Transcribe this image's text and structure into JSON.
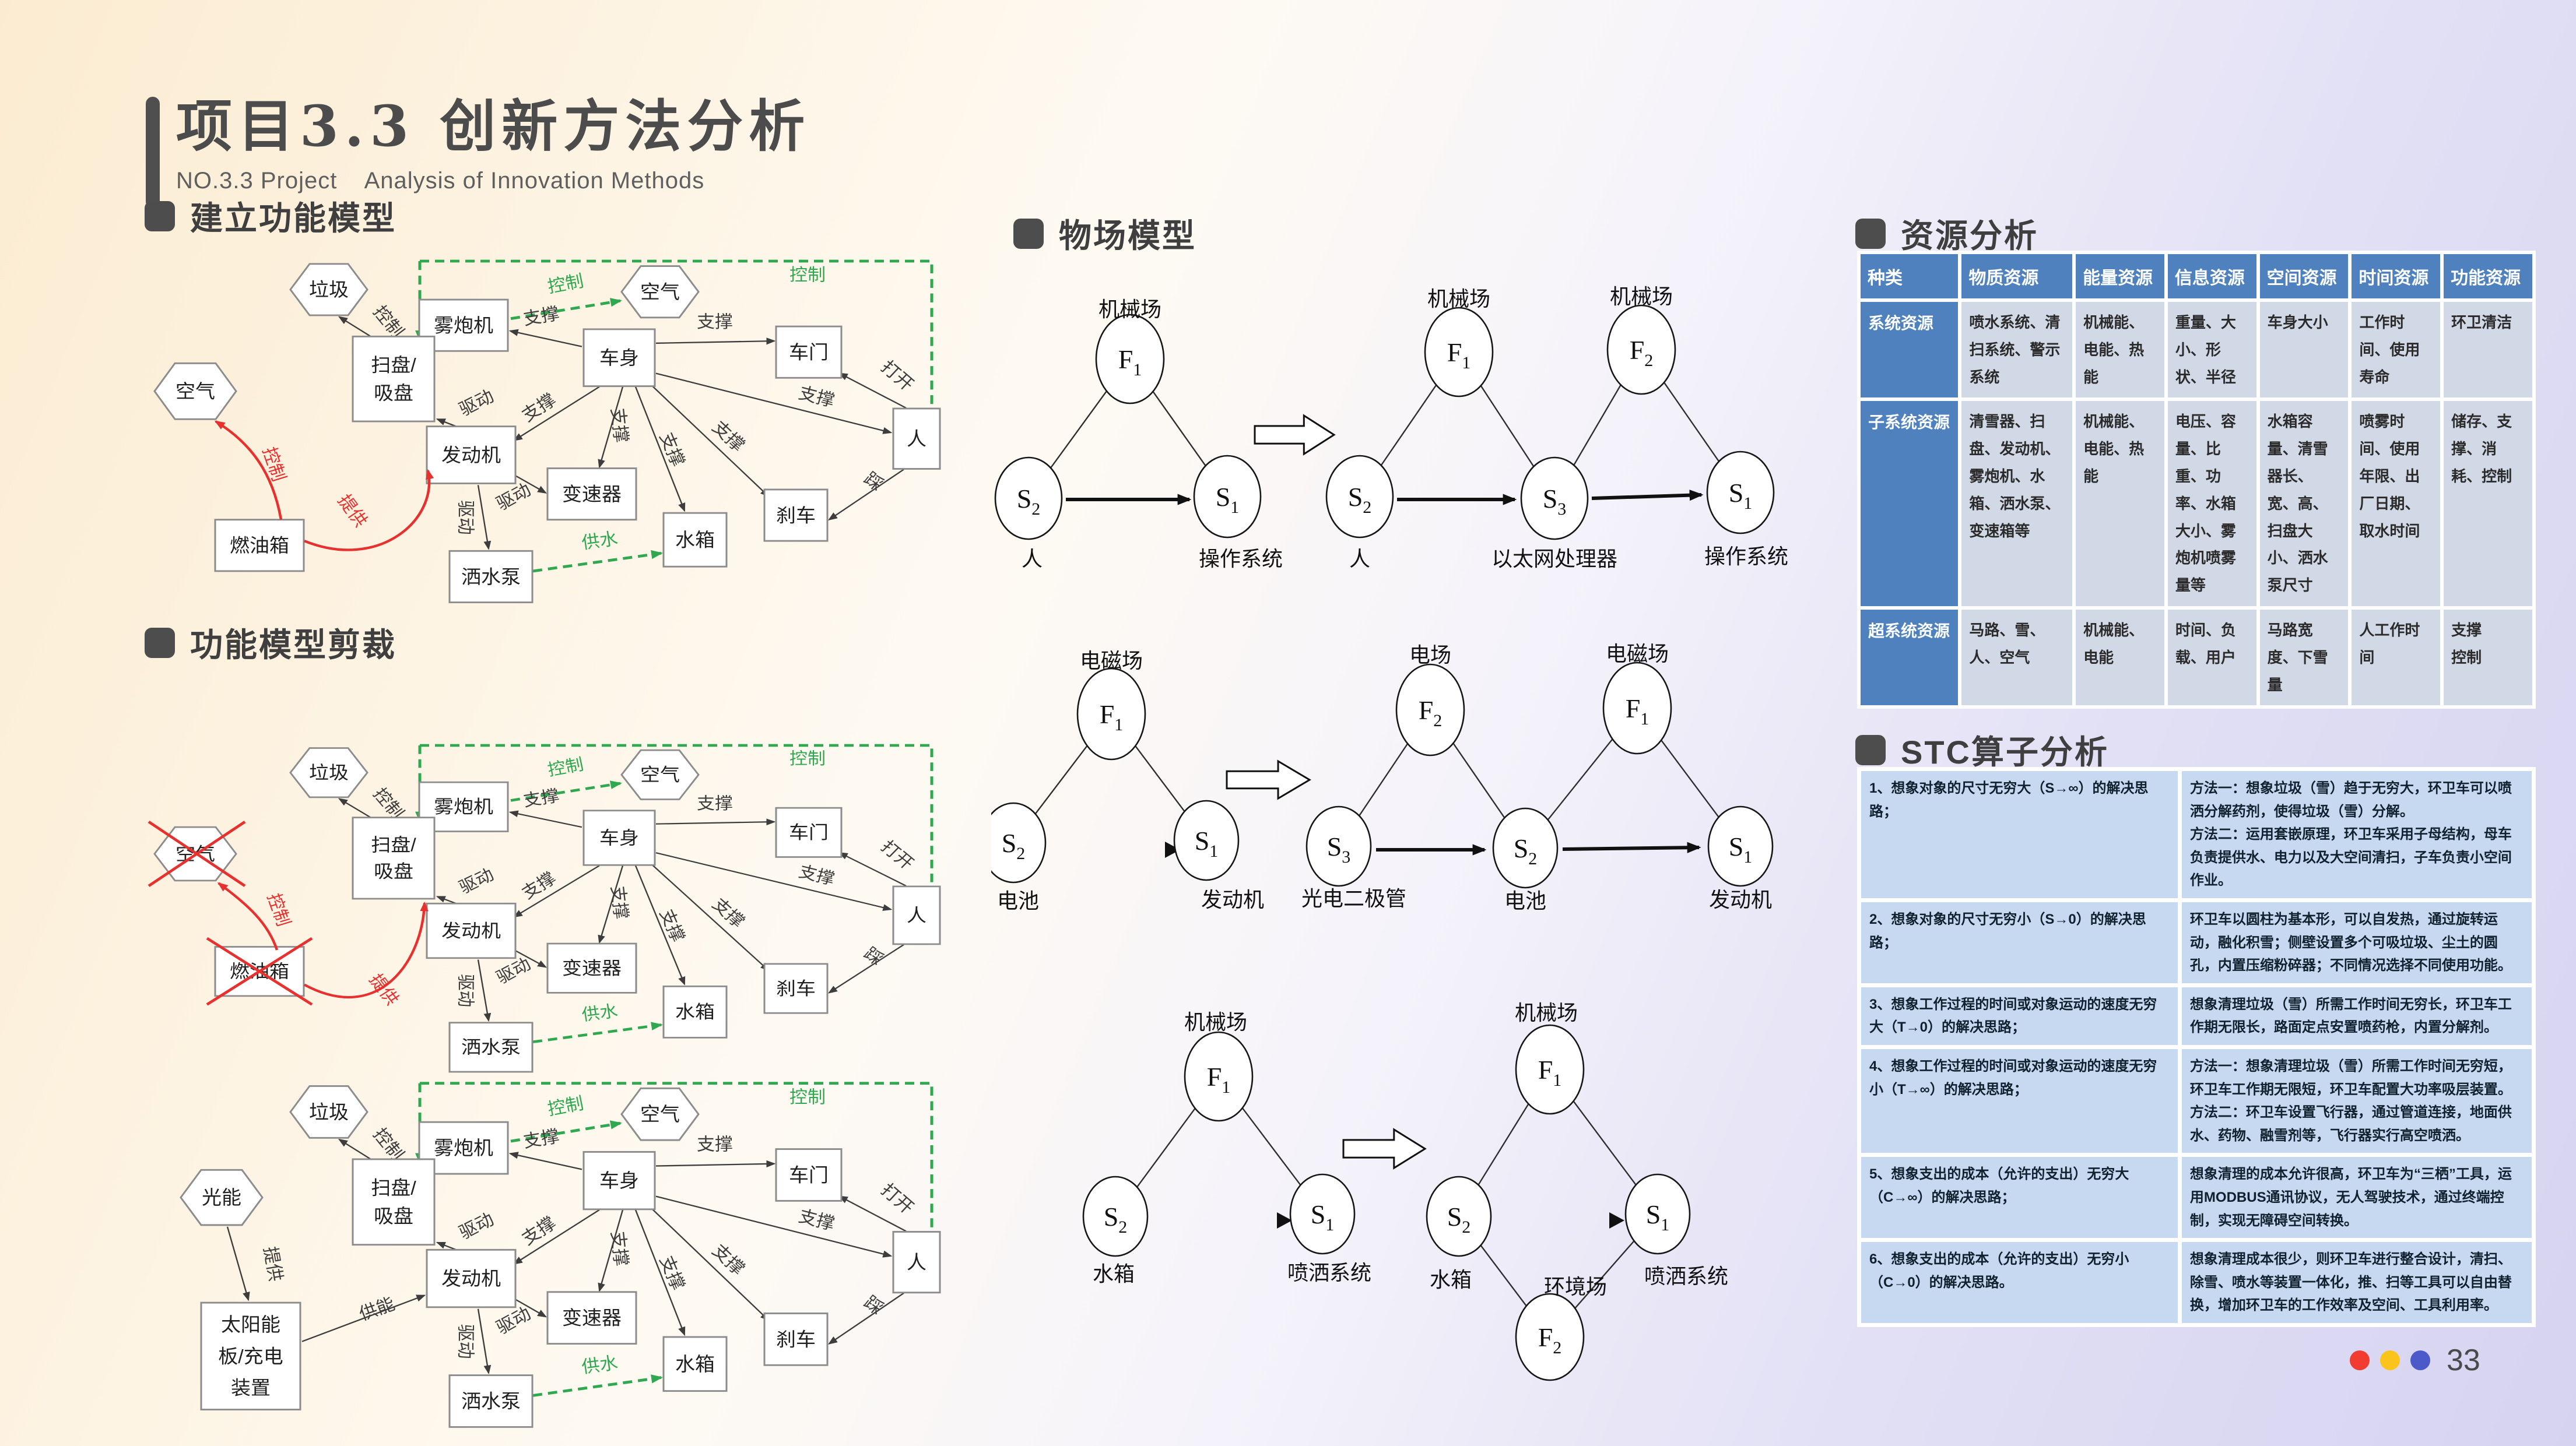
{
  "slide": {
    "title": "项目3.3 创新方法分析",
    "subtitle": "NO.3.3 Project    Analysis of Innovation Methods",
    "page_number": "33",
    "dot_colors": [
      "#F23B31",
      "#FBC41D",
      "#4C59C9"
    ],
    "accent_green": "#2FA84F",
    "accent_red": "#E8312F",
    "table_header_blue": "#4E81BD"
  },
  "sections": {
    "build_function_model": "建立功能模型",
    "function_model_trim": "功能模型剪裁",
    "substance_field_model": "物场模型",
    "resource_analysis": "资源分析",
    "stc_analysis": "STC算子分析"
  },
  "fm": {
    "nodes": {
      "garbage": "垃圾",
      "air": "空气",
      "fog_cannon": "雾炮机",
      "sweep_line1": "扫盘/",
      "sweep_line2": "吸盘",
      "body": "车身",
      "door": "车门",
      "person": "人",
      "engine": "发动机",
      "transmission": "变速器",
      "brake": "刹车",
      "water_tank": "水箱",
      "spray_pump": "洒水泵",
      "fuel_tank": "燃油箱",
      "light_energy": "光能",
      "solar_line1": "太阳能",
      "solar_line2": "板/充电",
      "solar_line3": "装置"
    },
    "edge_labels": {
      "control": "控制",
      "support": "支撑",
      "drive": "驱动",
      "open": "打开",
      "press": "踩",
      "water_supply": "供水",
      "provide": "提供",
      "energy_supply": "供能"
    }
  },
  "sf": {
    "symbols": {
      "F1": "F1",
      "F2": "F2",
      "S1": "S1",
      "S2": "S2",
      "S3": "S3"
    },
    "fields": {
      "mechanical": "机械场",
      "electromagnetic": "电磁场",
      "electric": "电场",
      "environment": "环境场"
    },
    "substances": {
      "person": "人",
      "operating_system": "操作系统",
      "ethernet_processor": "以太网处理器",
      "battery": "电池",
      "engine": "发动机",
      "photodiode": "光电二极管",
      "water_tank": "水箱",
      "spray_system": "喷洒系统"
    }
  },
  "resource_table": {
    "headers": [
      "种类",
      "物质资源",
      "能量资源",
      "信息资源",
      "空间资源",
      "时间资源",
      "功能资源"
    ],
    "rows": [
      {
        "category": "系统资源",
        "cells": [
          "喷水系统、清扫系统、警示系统",
          "机械能、电能、热能",
          "重量、大小、形状、半径",
          "车身大小",
          "工作时间、使用寿命",
          "环卫清洁"
        ]
      },
      {
        "category": "子系统资源",
        "cells": [
          "清雪器、扫盘、发动机、雾炮机、水箱、洒水泵、变速箱等",
          "机械能、电能、热能",
          "电压、容量、比重、功率、水箱大小、雾炮机喷雾量等",
          "水箱容量、清雪器长、宽、高、扫盘大小、洒水泵尺寸",
          "喷雾时间、使用年限、出厂日期、取水时间",
          "储存、支撑、消耗、控制"
        ]
      },
      {
        "category": "超系统资源",
        "cells": [
          "马路、雪、人、空气",
          "机械能、电能",
          "时间、负载、用户",
          "马路宽度、下雪量",
          "人工作时间",
          "支撑\n控制"
        ]
      }
    ]
  },
  "stc_table": {
    "rows": [
      {
        "left": "1、想象对象的尺寸无穷大（S→∞）的解决思路；",
        "right": "方法一：想象垃圾（雪）趋于无穷大，环卫车可以喷洒分解药剂，使得垃圾（雪）分解。\n方法二：运用套嵌原理，环卫车采用子母结构，母车负责提供水、电力以及大空间清扫，子车负责小空间作业。"
      },
      {
        "left": "2、想象对象的尺寸无穷小（S→0）的解决思路；",
        "right": "环卫车以圆柱为基本形，可以自发热，通过旋转运动，融化积雪；侧壁设置多个可吸垃圾、尘土的圆孔，内置压缩粉碎器；不同情况选择不同使用功能。"
      },
      {
        "left": "3、想象工作过程的时间或对象运动的速度无穷大（T→0）的解决思路；",
        "right": "想象清理垃圾（雪）所需工作时间无穷长，环卫车工作期无限长，路面定点安置喷药枪，内置分解剂。"
      },
      {
        "left": "4、想象工作过程的时间或对象运动的速度无穷小（T→∞）的解决思路；",
        "right": "方法一：想象清理垃圾（雪）所需工作时间无穷短，环卫车工作期无限短，环卫车配置大功率吸层装置。\n方法二：环卫车设置飞行器，通过管道连接，地面供水、药物、融雪剂等，飞行器实行高空喷洒。"
      },
      {
        "left": "5、想象支出的成本（允许的支出）无穷大（C→∞）的解决思路；",
        "right": "想象清理的成本允许很高，环卫车为“三栖”工具，运用MODBUS通讯协议，无人驾驶技术，通过终端控制，实现无障碍空间转换。"
      },
      {
        "left": "6、想象支出的成本（允许的支出）无穷小（C→0）的解决思路。",
        "right": "想象清理成本很少，则环卫车进行整合设计，清扫、除雪、喷水等装置一体化，推、扫等工具可以自由替换，增加环卫车的工作效率及空间、工具利用率。"
      }
    ]
  }
}
